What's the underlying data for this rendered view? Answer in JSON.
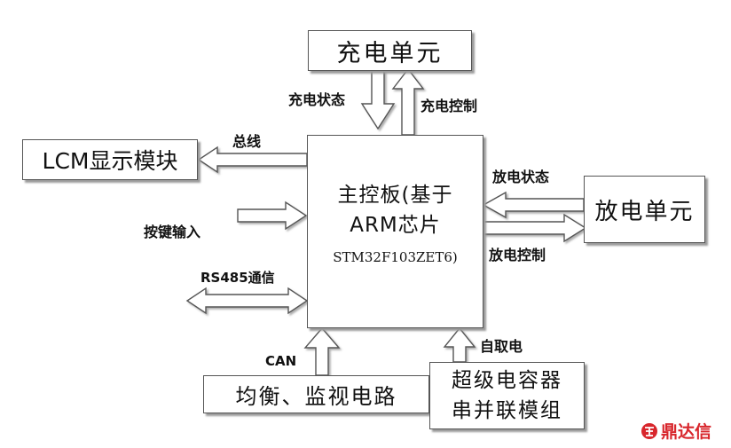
{
  "boxes": {
    "charging_unit": "充电单元",
    "lcm_display": "LCM显示模块",
    "main_board": {
      "line1": "主控板(基于",
      "line2": "ARM芯片",
      "line3": "STM32F103ZET6)"
    },
    "discharge_unit": "放电单元",
    "balance_monitor": "均衡、监视电路",
    "supercap": {
      "line1": "超级电容器",
      "line2": "串并联模组"
    }
  },
  "labels": {
    "charge_status": "充电状态",
    "charge_control": "充电控制",
    "bus": "总线",
    "discharge_status": "放电状态",
    "discharge_control": "放电控制",
    "key_input": "按键输入",
    "rs485": "RS485通信",
    "can": "CAN",
    "self_power": "自取电"
  },
  "logo": {
    "icon": "dingdaxin-logo-icon",
    "text": "鼎达信",
    "color": "#d8262c"
  }
}
